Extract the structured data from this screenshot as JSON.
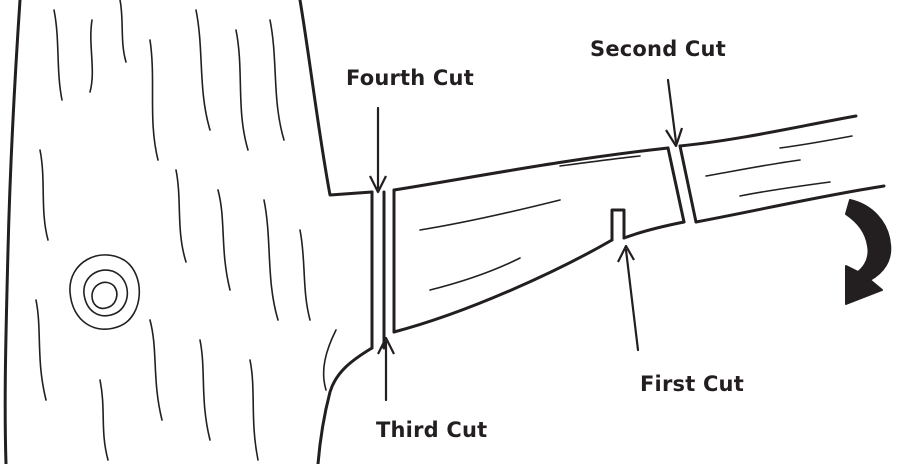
{
  "labels": {
    "fourth_cut": "Fourth Cut",
    "second_cut": "Second Cut",
    "first_cut": "First Cut",
    "third_cut": "Third Cut"
  },
  "colors": {
    "ink": "#231f20",
    "background": "#ffffff"
  }
}
